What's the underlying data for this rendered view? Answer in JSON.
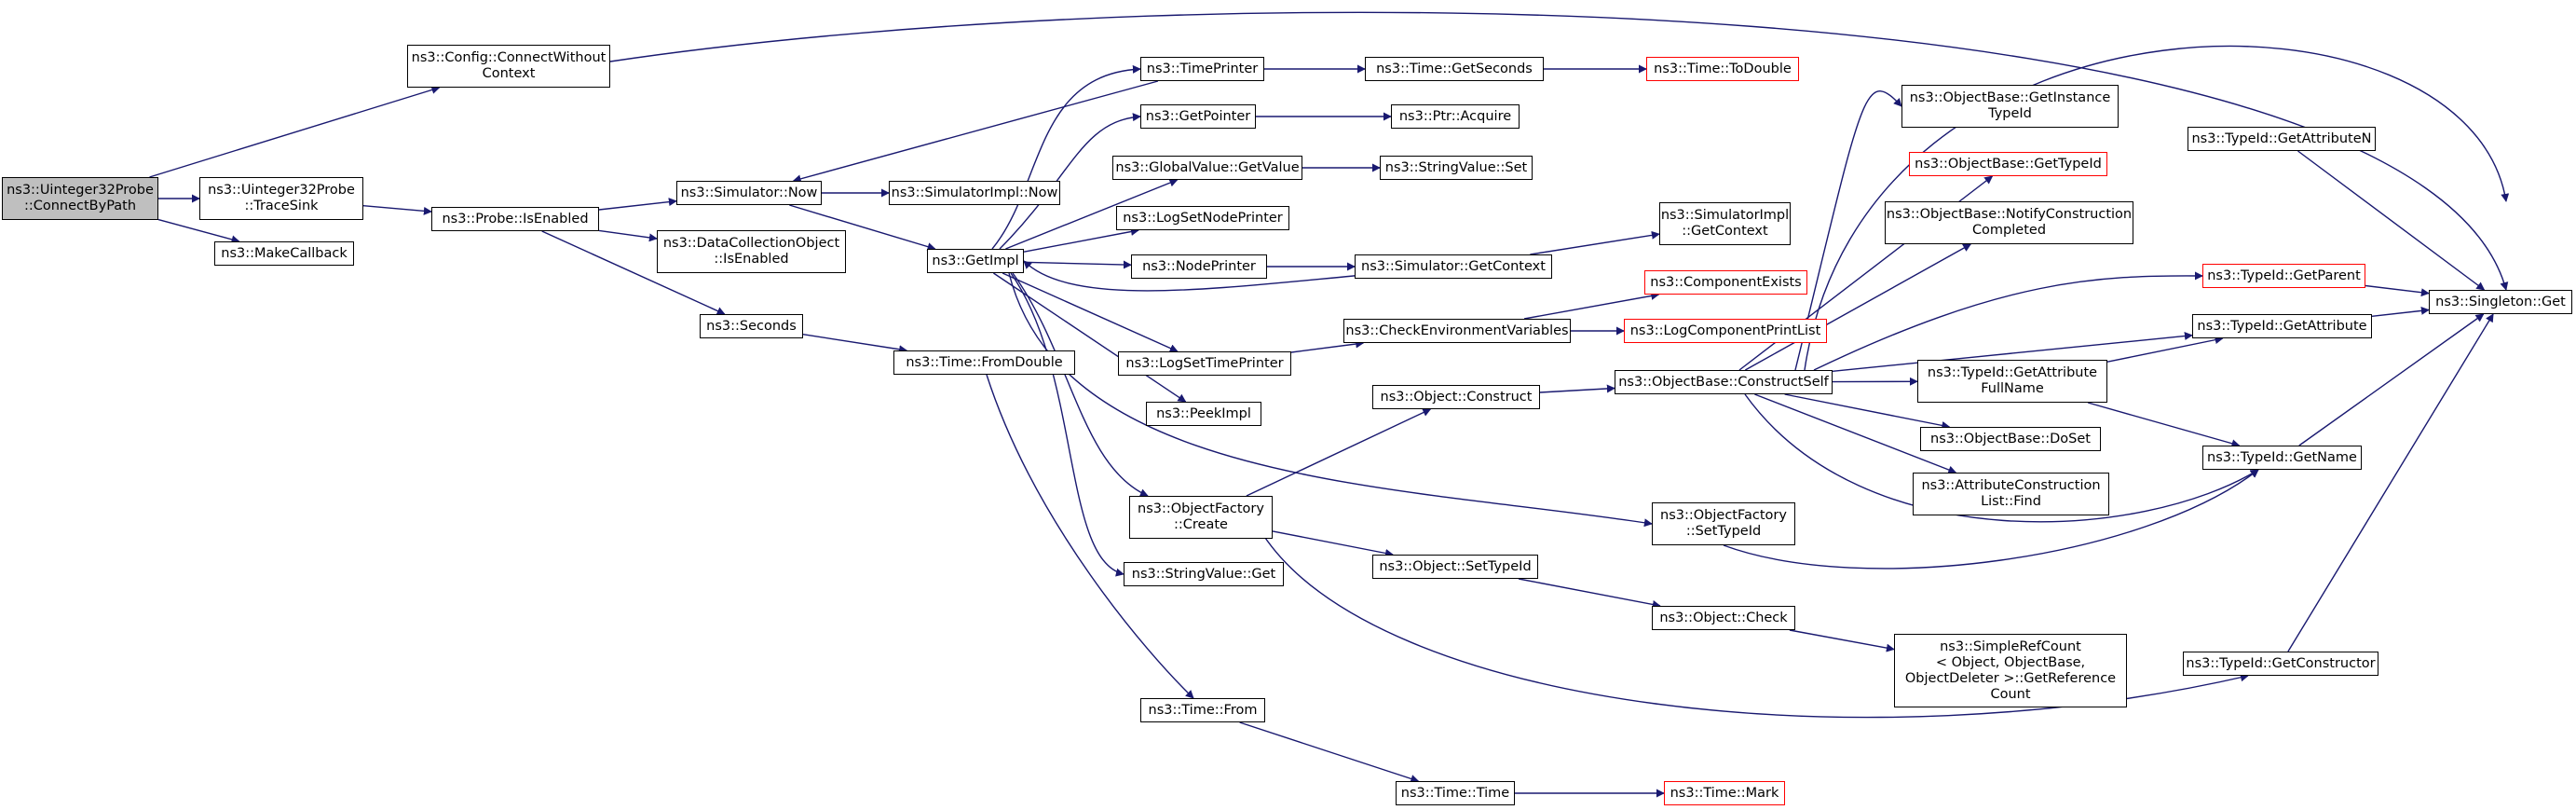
{
  "graph": {
    "edge_color": "#191970",
    "nodes": [
      {
        "id": "root",
        "label": "ns3::Uinteger32Probe\n::ConnectByPath",
        "style": "root"
      },
      {
        "id": "cfg",
        "label": "ns3::Config::ConnectWithout\nContext"
      },
      {
        "id": "trace",
        "label": "ns3::Uinteger32Probe\n::TraceSink"
      },
      {
        "id": "mkcb",
        "label": "ns3::MakeCallback"
      },
      {
        "id": "probe",
        "label": "ns3::Probe::IsEnabled"
      },
      {
        "id": "simnow",
        "label": "ns3::Simulator::Now"
      },
      {
        "id": "dco",
        "label": "ns3::DataCollectionObject\n::IsEnabled"
      },
      {
        "id": "seconds",
        "label": "ns3::Seconds"
      },
      {
        "id": "siminow",
        "label": "ns3::SimulatorImpl::Now"
      },
      {
        "id": "getimpl",
        "label": "ns3::GetImpl"
      },
      {
        "id": "fromdbl",
        "label": "ns3::Time::FromDouble"
      },
      {
        "id": "tprinter",
        "label": "ns3::TimePrinter"
      },
      {
        "id": "getptr",
        "label": "ns3::GetPointer"
      },
      {
        "id": "gvget",
        "label": "ns3::GlobalValue::GetValue"
      },
      {
        "id": "lognp",
        "label": "ns3::LogSetNodePrinter"
      },
      {
        "id": "nprinter",
        "label": "ns3::NodePrinter"
      },
      {
        "id": "logtp",
        "label": "ns3::LogSetTimePrinter"
      },
      {
        "id": "peek",
        "label": "ns3::PeekImpl"
      },
      {
        "id": "ofcreate",
        "label": "ns3::ObjectFactory\n::Create"
      },
      {
        "id": "svget",
        "label": "ns3::StringValue::Get"
      },
      {
        "id": "tfrom",
        "label": "ns3::Time::From"
      },
      {
        "id": "getsec",
        "label": "ns3::Time::GetSeconds"
      },
      {
        "id": "acquire",
        "label": "ns3::Ptr::Acquire"
      },
      {
        "id": "svset",
        "label": "ns3::StringValue::Set"
      },
      {
        "id": "simctx",
        "label": "ns3::Simulator::GetContext"
      },
      {
        "id": "cev",
        "label": "ns3::CheckEnvironmentVariables"
      },
      {
        "id": "objcon",
        "label": "ns3::Object::Construct"
      },
      {
        "id": "objstid",
        "label": "ns3::Object::SetTypeId"
      },
      {
        "id": "ttime",
        "label": "ns3::Time::Time"
      },
      {
        "id": "todbl",
        "label": "ns3::Time::ToDouble",
        "style": "red"
      },
      {
        "id": "simictx",
        "label": "ns3::SimulatorImpl\n::GetContext"
      },
      {
        "id": "compex",
        "label": "ns3::ComponentExists",
        "style": "red"
      },
      {
        "id": "logcpl",
        "label": "ns3::LogComponentPrintList",
        "style": "red"
      },
      {
        "id": "obcs",
        "label": "ns3::ObjectBase::ConstructSelf"
      },
      {
        "id": "ofstid",
        "label": "ns3::ObjectFactory\n::SetTypeId"
      },
      {
        "id": "objcheck",
        "label": "ns3::Object::Check"
      },
      {
        "id": "tmark",
        "label": "ns3::Time::Mark",
        "style": "red"
      },
      {
        "id": "obgit",
        "label": "ns3::ObjectBase::GetInstance\nTypeId"
      },
      {
        "id": "obgtid",
        "label": "ns3::ObjectBase::GetTypeId",
        "style": "red"
      },
      {
        "id": "obnc",
        "label": "ns3::ObjectBase::NotifyConstruction\nCompleted"
      },
      {
        "id": "tidgafn",
        "label": "ns3::TypeId::GetAttribute\nFullName"
      },
      {
        "id": "obdoset",
        "label": "ns3::ObjectBase::DoSet"
      },
      {
        "id": "acl",
        "label": "ns3::AttributeConstruction\nList::Find"
      },
      {
        "id": "src",
        "label": "ns3::SimpleRefCount\n< Object, ObjectBase,\n ObjectDeleter >::GetReference\nCount"
      },
      {
        "id": "tidgan",
        "label": "ns3::TypeId::GetAttributeN"
      },
      {
        "id": "tidgp",
        "label": "ns3::TypeId::GetParent",
        "style": "red"
      },
      {
        "id": "tidga",
        "label": "ns3::TypeId::GetAttribute"
      },
      {
        "id": "tidgn",
        "label": "ns3::TypeId::GetName"
      },
      {
        "id": "tidgc",
        "label": "ns3::TypeId::GetConstructor"
      },
      {
        "id": "single",
        "label": "ns3::Singleton::Get"
      }
    ]
  }
}
